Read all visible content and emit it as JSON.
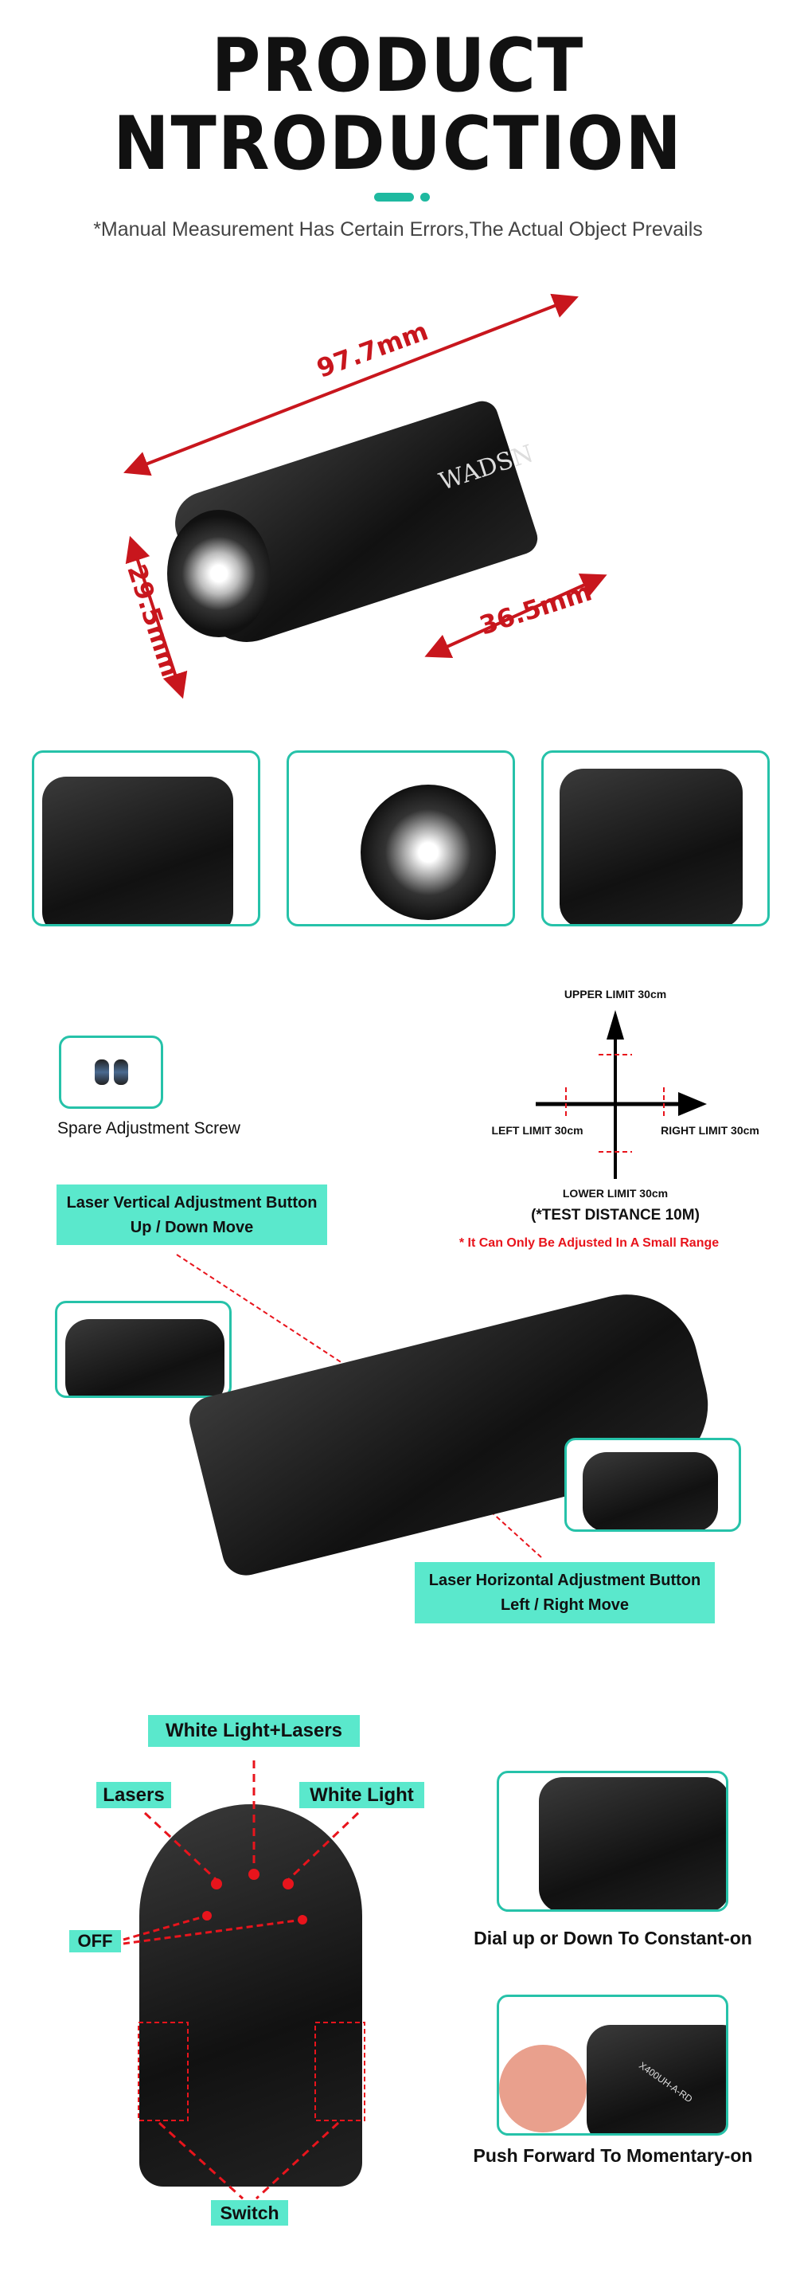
{
  "header": {
    "title_line1": "PRODUCT",
    "title_line2": "NTRODUCTION",
    "subtitle": "*Manual Measurement Has Certain Errors,The Actual Object Prevails"
  },
  "dimensions": {
    "length": "97.7mm",
    "height": "29.5mm",
    "laser_length": "36.5mm",
    "brand": "WADSN"
  },
  "adjustment": {
    "spare_label": "Spare Adjustment Screw",
    "upper": "UPPER LIMIT 30cm",
    "lower": "LOWER LIMIT 30cm",
    "left": "LEFT LIMIT 30cm",
    "right": "RIGHT LIMIT 30cm",
    "test_distance": "(*TEST DISTANCE 10M)",
    "note": "* It Can Only Be Adjusted In A Small Range",
    "note_color": "#e8141c",
    "vertical_line1": "Laser Vertical Adjustment Button",
    "vertical_line2": "Up / Down Move",
    "horizontal_line1": "Laser Horizontal Adjustment Button",
    "horizontal_line2": "Left / Right Move"
  },
  "switch": {
    "both": "White Light+Lasers",
    "lasers": "Lasers",
    "white": "White Light",
    "off": "OFF",
    "switch": "Switch",
    "dial": "Dial up or Down To Constant-on",
    "push": "Push Forward To Momentary-on",
    "model": "X400UH-A-RD"
  },
  "colors": {
    "accent": "#5ae8cc",
    "border": "#26c2a9",
    "red": "#c8161d"
  }
}
